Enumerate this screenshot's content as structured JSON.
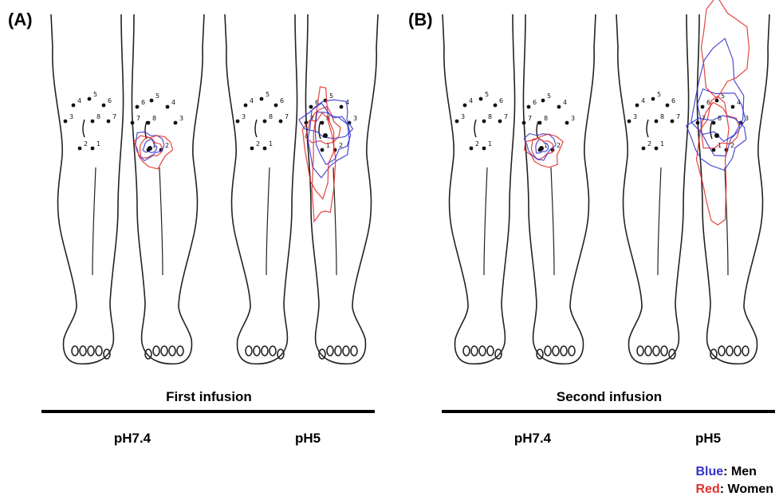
{
  "panels": [
    {
      "label": "(A)",
      "infusion_title": "First infusion",
      "conditions": [
        "pH7.4",
        "pH5"
      ]
    },
    {
      "label": "(B)",
      "infusion_title": "Second infusion",
      "conditions": [
        "pH7.4",
        "pH5"
      ]
    }
  ],
  "knee_point_numbers": [
    "1",
    "2",
    "3",
    "4",
    "5",
    "6",
    "7",
    "8"
  ],
  "legend": {
    "blue_word": "Blue",
    "blue_rest": ": Men",
    "red_word": "Red",
    "red_rest": ": Women"
  },
  "colors": {
    "men": "#3a3ad0",
    "women": "#e0302a",
    "outline": "#222222"
  }
}
